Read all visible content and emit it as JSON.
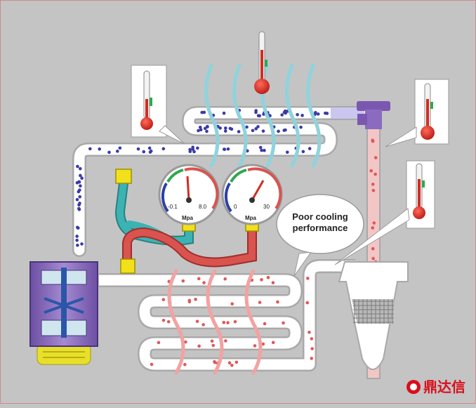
{
  "diagram": {
    "callout": {
      "line1": "Poor cooling",
      "line2": "performance"
    },
    "gauge_low": {
      "min_label": "-0.1",
      "max_label": "8.0",
      "unit": "Mpa"
    },
    "gauge_high": {
      "min_label": "0",
      "max_label": "30",
      "unit": "Mpa"
    },
    "watermark": {
      "text": "鼎达信"
    },
    "colors": {
      "background": "#c4c4c4",
      "pipe": "#ffffff",
      "pipe_outline": "#a9a9a9",
      "refrigerant_gas": "#3a3aa8",
      "refrigerant_liquid": "#e05858",
      "hot_pipe_fill": "#f7c2c2",
      "low_side_hose": "#3bb3b3",
      "high_side_hose": "#d9534f",
      "fitting": "#f2e01a",
      "compressor": "#8a6ab8",
      "thermometer_red": "#d42b20",
      "heat_wave": "#8fd3dc",
      "watermark": "#d8101c"
    },
    "icons": [
      "thermometer-icon",
      "pressure-gauge-icon",
      "compressor-icon",
      "expansion-valve-icon",
      "receiver-drier-icon"
    ]
  }
}
